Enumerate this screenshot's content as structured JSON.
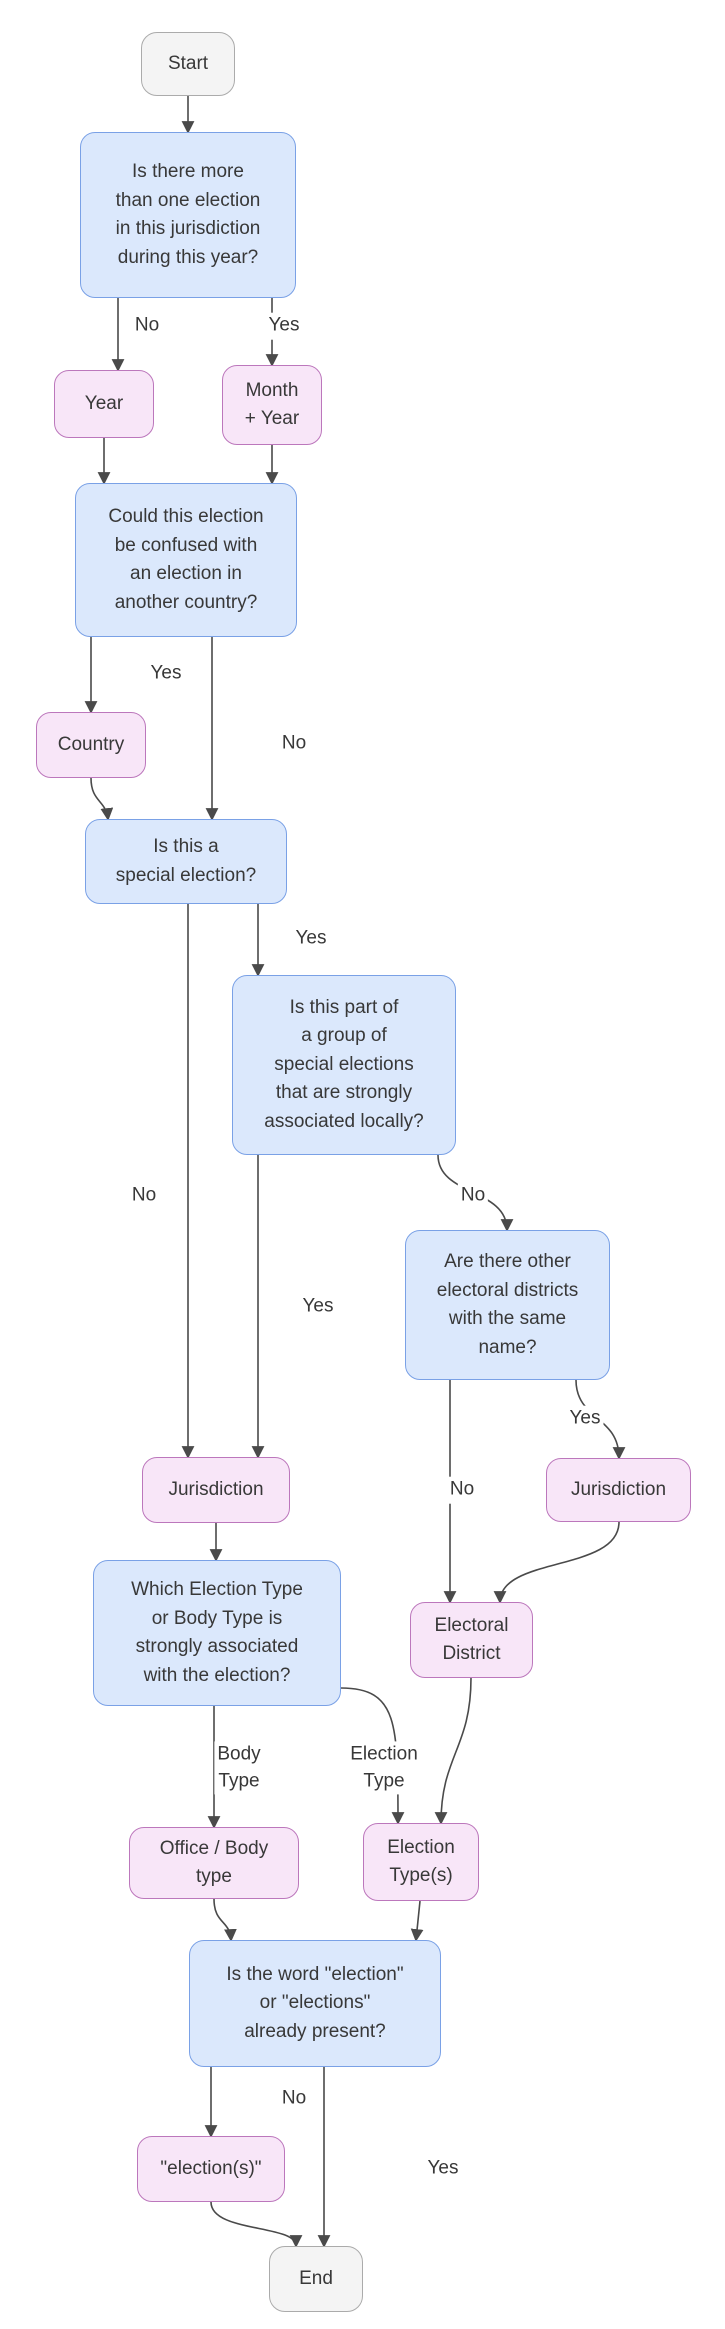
{
  "nodes": {
    "start": {
      "label": "Start"
    },
    "q_multiple_elections": {
      "label": "Is there more\nthan one election\nin this jurisdiction\nduring this year?"
    },
    "year": {
      "label": "Year"
    },
    "month_year": {
      "label": "Month\n+ Year"
    },
    "q_confused_country": {
      "label": "Could this election\nbe confused with\nan election in\nanother country?"
    },
    "country": {
      "label": "Country"
    },
    "q_special_election": {
      "label": "Is this a\nspecial election?"
    },
    "q_group_special": {
      "label": "Is this part of\na group of\nspecial elections\nthat are strongly\nassociated locally?"
    },
    "q_other_districts": {
      "label": "Are there other\nelectoral districts\nwith the same\nname?"
    },
    "jurisdiction_left": {
      "label": "Jurisdiction"
    },
    "jurisdiction_right": {
      "label": "Jurisdiction"
    },
    "electoral_district": {
      "label": "Electoral\nDistrict"
    },
    "q_election_body_type": {
      "label": "Which Election Type\nor Body Type is\nstrongly associated\nwith the election?"
    },
    "office_body_type": {
      "label": "Office / Body\ntype"
    },
    "election_types": {
      "label": "Election\nType(s)"
    },
    "q_word_election": {
      "label": "Is the word \"election\"\nor \"elections\"\nalready present?"
    },
    "election_s_literal": {
      "label": "\"election(s)\""
    },
    "end": {
      "label": "End"
    }
  },
  "edges": {
    "q1_no": "No",
    "q1_yes": "Yes",
    "q2_yes": "Yes",
    "q2_no": "No",
    "q3_yes": "Yes",
    "q3_no": "No",
    "q4_no": "No",
    "q4_yes": "Yes",
    "q5_yes": "Yes",
    "q5_no": "No",
    "q6_body_type": "Body\nType",
    "q6_election_type": "Election\nType",
    "q7_no": "No",
    "q7_yes": "Yes"
  },
  "colors": {
    "question_fill": "#dbe8fc",
    "question_border": "#7aa1e6",
    "action_fill": "#f8e6f8",
    "action_border": "#bc77bc",
    "terminal_fill": "#f4f4f4",
    "terminal_border": "#ababab",
    "line_color": "#4a4a4a",
    "text_color": "#383838"
  }
}
